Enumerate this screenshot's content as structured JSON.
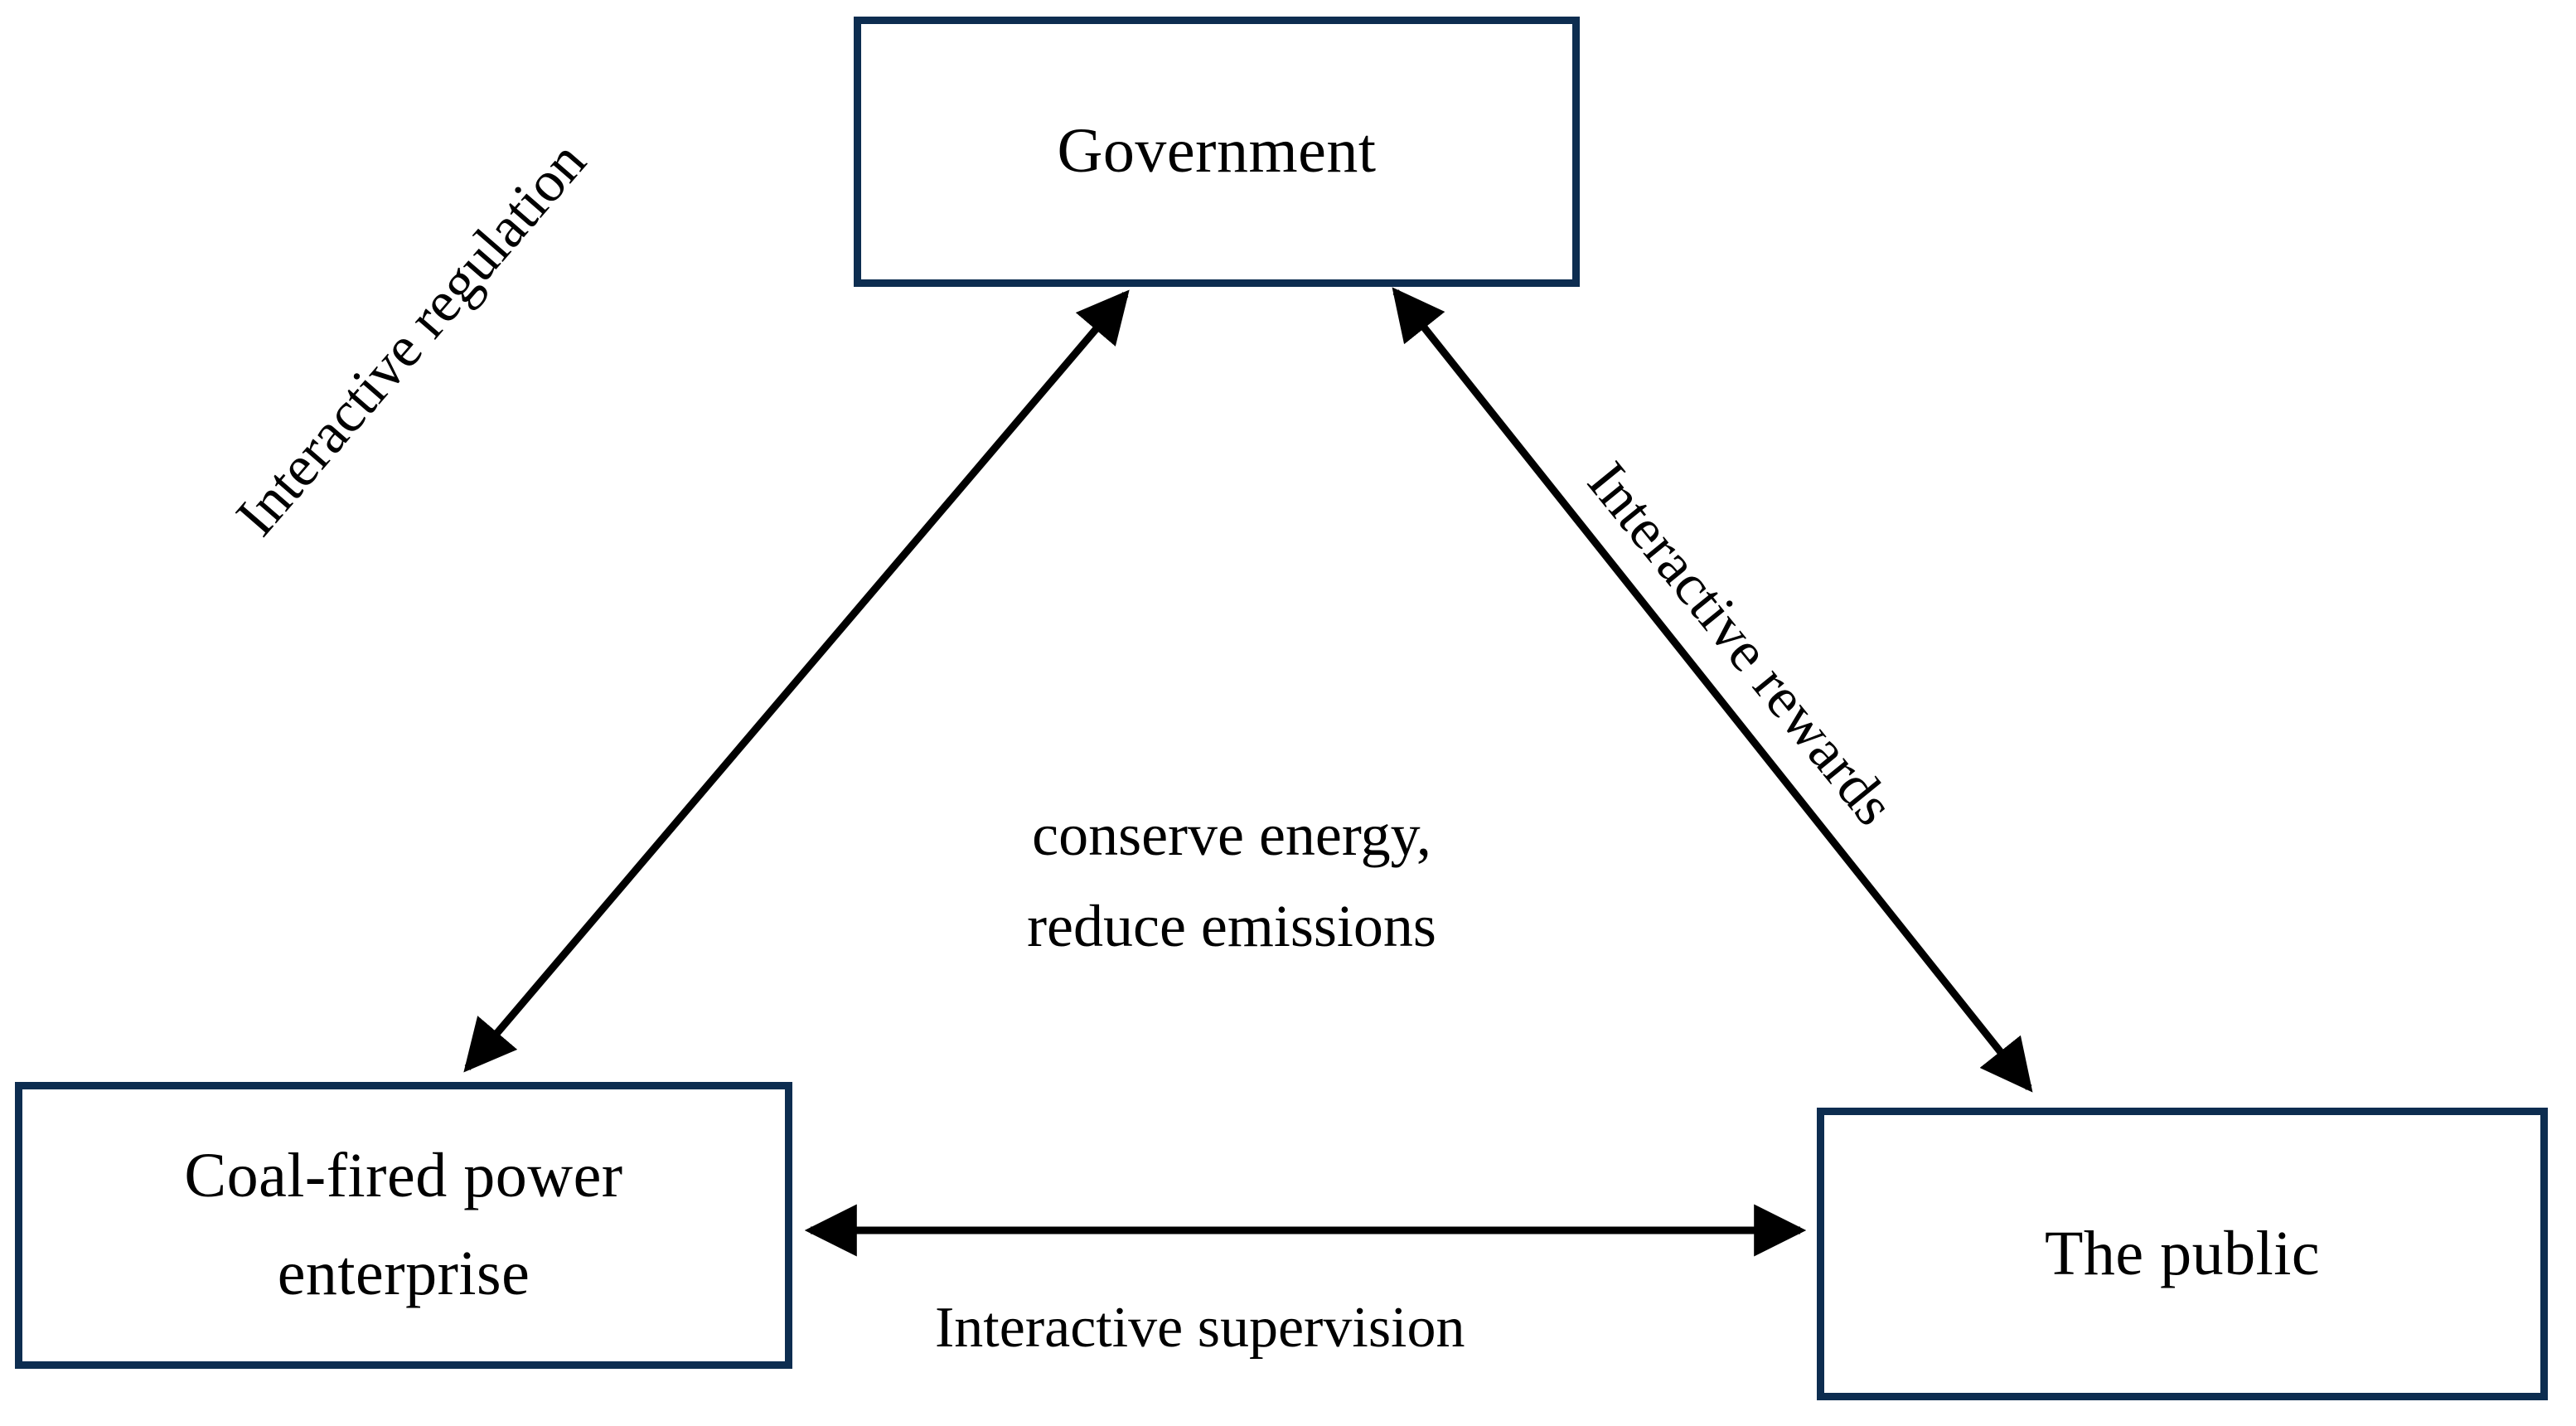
{
  "diagram": {
    "type": "triangular-relationship-diagram",
    "background_color": "#ffffff",
    "box_border_color": "#0d2d50",
    "arrow_color": "#000000",
    "text_color": "#000000",
    "nodes": [
      {
        "id": "government",
        "label": "Government"
      },
      {
        "id": "enterprise",
        "label_line1": "Coal-fired power",
        "label_line2": "enterprise"
      },
      {
        "id": "public",
        "label": "The public"
      }
    ],
    "edges": [
      {
        "id": "regulation",
        "label": "Interactive regulation",
        "from": "enterprise",
        "to": "government",
        "arrowheads": "both"
      },
      {
        "id": "rewards",
        "label": "Interactive rewards",
        "from": "government",
        "to": "public",
        "arrowheads": "both"
      },
      {
        "id": "supervision",
        "label": "Interactive supervision",
        "from": "enterprise",
        "to": "public",
        "arrowheads": "both"
      }
    ],
    "center_note": {
      "line1": "conserve energy,",
      "line2": "reduce emissions"
    }
  }
}
